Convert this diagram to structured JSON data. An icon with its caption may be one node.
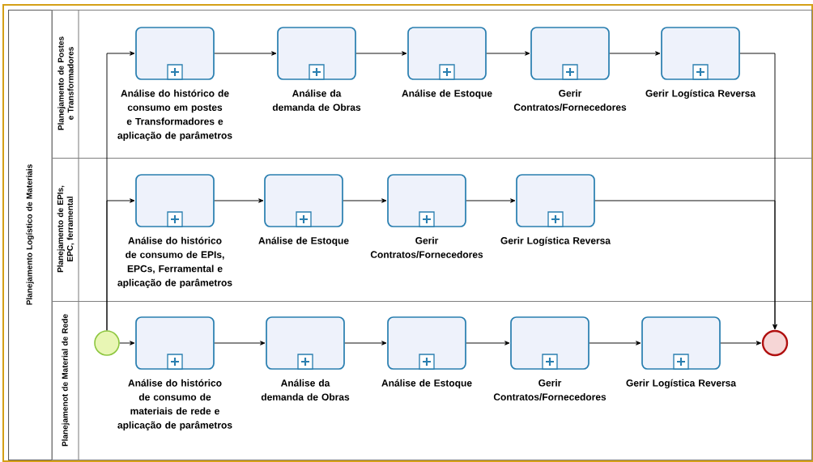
{
  "diagram": {
    "nodes": [
      {
        "text": [
          "Planejamento Logístico de Materiais"
        ]
      },
      {
        "text": [
          "Planejamento de Postes e Transformadores"
        ],
        "in": 0
      },
      {
        "text": [
          "Planejamento de EPIs, EPC, ferramental"
        ],
        "in": 0
      },
      {
        "text": [
          "Planejamenot de Material de Rede"
        ],
        "in": 0
      },
      {
        "text": [
          "Análise do histórico de consumo em postes e Transformadores e aplicação de parâmetros"
        ],
        "in": 1
      },
      {
        "text": [
          "Análise da demanda de Obras"
        ],
        "in": 1
      },
      {
        "text": [
          "Análise de Estoque"
        ],
        "in": 1
      },
      {
        "text": [
          "Gerir Contratos/Fornecedores"
        ],
        "in": 1
      },
      {
        "text": [
          "Gerir Logística Reversa"
        ],
        "in": 1
      },
      {
        "text": [
          "Análise do histórico de consumo de EPIs, EPCs, Ferramental e aplicação de parâmetros"
        ],
        "in": 2
      },
      {
        "text": [
          "Análise de Estoque"
        ],
        "in": 2
      },
      {
        "text": [
          "Gerir Contratos/Fornecedores"
        ],
        "in": 2
      },
      {
        "text": [
          "Gerir Logística Reversa"
        ],
        "in": 2
      },
      {
        "text": [],
        "shape": "circle",
        "in": 3
      },
      {
        "text": [
          "Análise do histórico de consumo de materiais de rede e aplicação de parâmetros"
        ],
        "in": 3
      },
      {
        "text": [
          "Análise da demanda de Obras"
        ],
        "in": 3
      },
      {
        "text": [
          "Análise de Estoque"
        ],
        "in": 3
      },
      {
        "text": [
          "Gerir Contratos/Fornecedores"
        ],
        "in": 3
      },
      {
        "text": [
          "Gerir Logística Reversa"
        ],
        "in": 3
      },
      {
        "text": [],
        "shape": "circle",
        "in": 3
      }
    ],
    "edges": [
      {
        "from": 13,
        "to": 4,
        "arrow": "to"
      },
      {
        "from": 13,
        "to": 9,
        "arrow": "to"
      },
      {
        "from": 13,
        "to": 14,
        "arrow": "to"
      },
      {
        "from": 4,
        "to": 5,
        "arrow": "to"
      },
      {
        "from": 5,
        "to": 6,
        "arrow": "to"
      },
      {
        "from": 6,
        "to": 7,
        "arrow": "to"
      },
      {
        "from": 7,
        "to": 8,
        "arrow": "to"
      },
      {
        "from": 9,
        "to": 10,
        "arrow": "to"
      },
      {
        "from": 10,
        "to": 11,
        "arrow": "to"
      },
      {
        "from": 11,
        "to": 12,
        "arrow": "to"
      },
      {
        "from": 14,
        "to": 15,
        "arrow": "to"
      },
      {
        "from": 15,
        "to": 16,
        "arrow": "to"
      },
      {
        "from": 16,
        "to": 17,
        "arrow": "to"
      },
      {
        "from": 17,
        "to": 18,
        "arrow": "to"
      },
      {
        "from": 8,
        "to": 19,
        "arrow": "to"
      },
      {
        "from": 12,
        "to": 19,
        "arrow": "to"
      },
      {
        "from": 18,
        "to": 19,
        "arrow": "to"
      }
    ]
  }
}
